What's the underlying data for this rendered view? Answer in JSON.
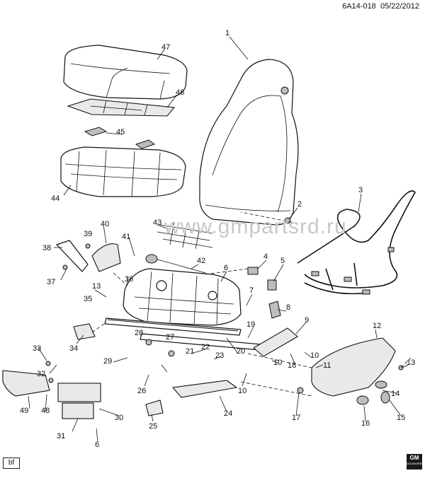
{
  "header": {
    "code": "6A14-018",
    "date": "05/22/2012"
  },
  "watermark": "www.gmpartsrd.ru",
  "footer": {
    "badge": "bf",
    "logo": "GM",
    "logo_sub": "GOODWRENCH"
  },
  "callouts": [
    "1",
    "2",
    "3",
    "4",
    "5",
    "6",
    "6",
    "7",
    "8",
    "9",
    "10",
    "10",
    "10",
    "11",
    "12",
    "13",
    "13",
    "14",
    "15",
    "16",
    "17",
    "18",
    "19",
    "20",
    "21",
    "22",
    "23",
    "24",
    "25",
    "26",
    "27",
    "28",
    "29",
    "30",
    "31",
    "32",
    "33",
    "34",
    "35",
    "36",
    "37",
    "38",
    "39",
    "40",
    "41",
    "42",
    "43",
    "44",
    "45",
    "46",
    "47",
    "48",
    "49"
  ]
}
